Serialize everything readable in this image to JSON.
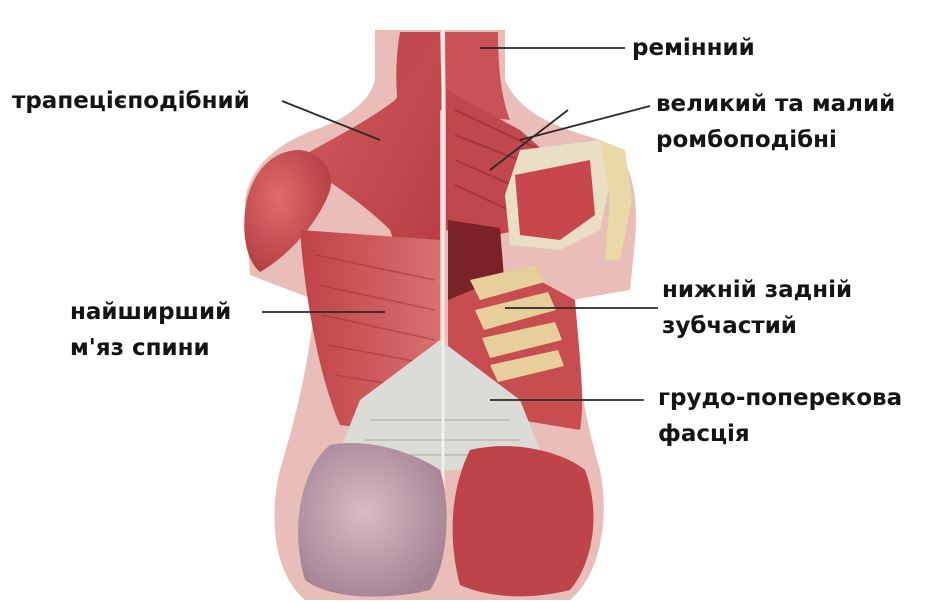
{
  "labels": {
    "splenius": {
      "line1": "ремінний"
    },
    "trapezius": {
      "line1": "трапецієподібний"
    },
    "rhomboids": {
      "line1": "великий та малий",
      "line2": "ромбоподібні"
    },
    "latissimus": {
      "line1": "найширший",
      "line2": "м'яз спини"
    },
    "serratus": {
      "line1": "нижній задній",
      "line2": "зубчастий"
    },
    "fascia": {
      "line1": "грудо-поперекова",
      "line2": "фасція"
    }
  },
  "colors": {
    "muscle": "#c4474b",
    "muscle_dark": "#8e2b2f",
    "muscle_light": "#e0898a",
    "fascia": "#dcdcd6",
    "gluteal": "#b99aa6",
    "bone": "#e8d9a6",
    "leader_line": "#2a2a2a",
    "text": "#141414"
  }
}
